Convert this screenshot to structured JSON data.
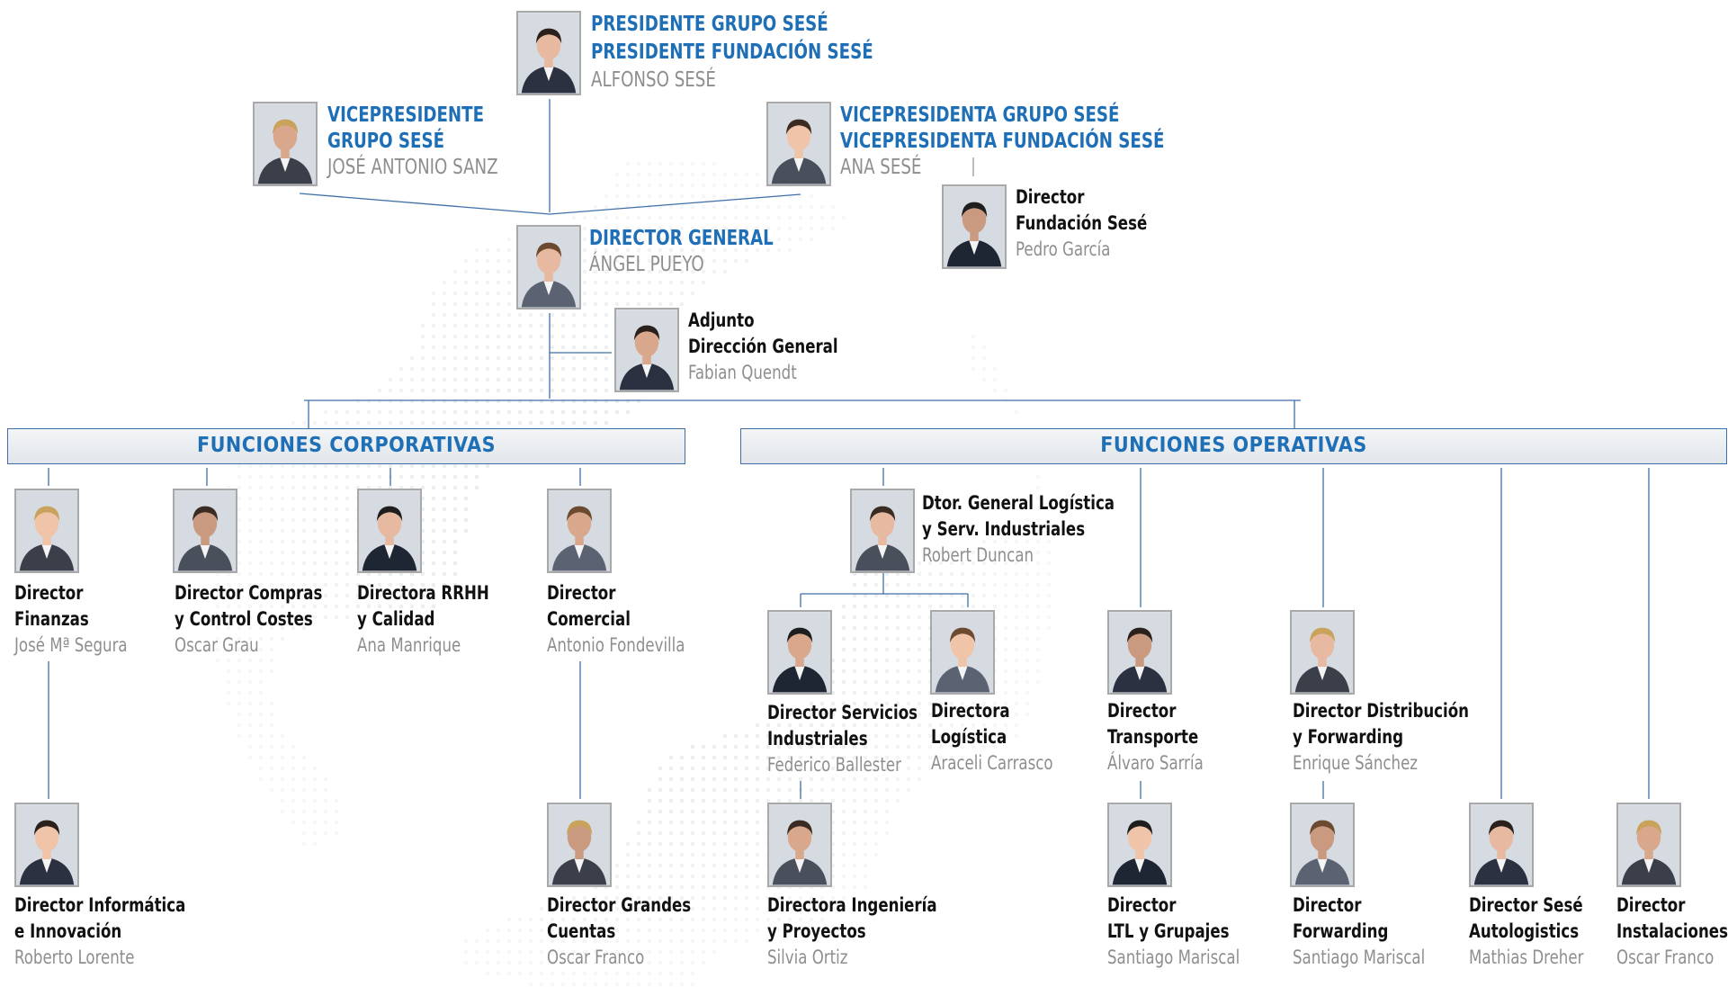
{
  "colors": {
    "accent": "#1f6fb6",
    "name_gray": "#8e8e8e",
    "title_dark": "#111111",
    "line": "#3f6fa6"
  },
  "sections": {
    "corporativas": "FUNCIONES CORPORATIVAS",
    "operativas": "FUNCIONES OPERATIVAS"
  },
  "people": {
    "presidente": {
      "title1": "PRESIDENTE GRUPO SESÉ",
      "title2": "PRESIDENTE FUNDACIÓN SESÉ",
      "name": "ALFONSO SESÉ"
    },
    "vicepresidente": {
      "title1": "VICEPRESIDENTE",
      "title2": "GRUPO SESÉ",
      "name": "JOSÉ ANTONIO SANZ"
    },
    "vicepresidenta": {
      "title1": "VICEPRESIDENTA GRUPO SESÉ",
      "title2": "VICEPRESIDENTA FUNDACIÓN SESÉ",
      "name": "ANA SESÉ"
    },
    "fundacion": {
      "title1": "Director",
      "title2": "Fundación Sesé",
      "name": "Pedro García"
    },
    "director_general": {
      "title1": "DIRECTOR GENERAL",
      "name": "ÁNGEL PUEYO"
    },
    "adjunto": {
      "title1": "Adjunto",
      "title2": "Dirección General",
      "name": "Fabian Quendt"
    },
    "finanzas": {
      "title1": "Director",
      "title2": "Finanzas",
      "name": "José Mª Segura"
    },
    "compras": {
      "title1": "Director Compras",
      "title2": "y Control Costes",
      "name": "Oscar Grau"
    },
    "rrhh": {
      "title1": "Directora RRHH",
      "title2": "y Calidad",
      "name": "Ana Manrique"
    },
    "comercial": {
      "title1": "Director",
      "title2": "Comercial",
      "name": "Antonio Fondevilla"
    },
    "informatica": {
      "title1": "Director Informática",
      "title2": "e Innovación",
      "name": "Roberto Lorente"
    },
    "grandes_cuentas": {
      "title1": "Director Grandes",
      "title2": "Cuentas",
      "name": "Oscar Franco"
    },
    "logistica_general": {
      "title1": "Dtor. General Logística",
      "title2": "y Serv. Industriales",
      "name": "Robert Duncan"
    },
    "servicios_ind": {
      "title1": "Director Servicios",
      "title2": "Industriales",
      "name": "Federico Ballester"
    },
    "logistica": {
      "title1": "Directora",
      "title2": "Logística",
      "name": "Araceli Carrasco"
    },
    "transporte": {
      "title1": "Director",
      "title2": "Transporte",
      "name": "Álvaro Sarría"
    },
    "distribucion": {
      "title1": "Director Distribución",
      "title2": "y Forwarding",
      "name": "Enrique Sánchez"
    },
    "ingenieria": {
      "title1": "Directora Ingeniería",
      "title2": "y Proyectos",
      "name": "Silvia Ortiz"
    },
    "ltl": {
      "title1": "Director",
      "title2": "LTL y Grupajes",
      "name": "Santiago Mariscal"
    },
    "forwarding": {
      "title1": "Director",
      "title2": "Forwarding",
      "name": "Santiago Mariscal"
    },
    "autologistics": {
      "title1": "Director Sesé",
      "title2": "Autologistics",
      "name": "Mathias Dreher"
    },
    "instalaciones": {
      "title1": "Director",
      "title2": "Instalaciones",
      "name": "Oscar Franco"
    }
  }
}
